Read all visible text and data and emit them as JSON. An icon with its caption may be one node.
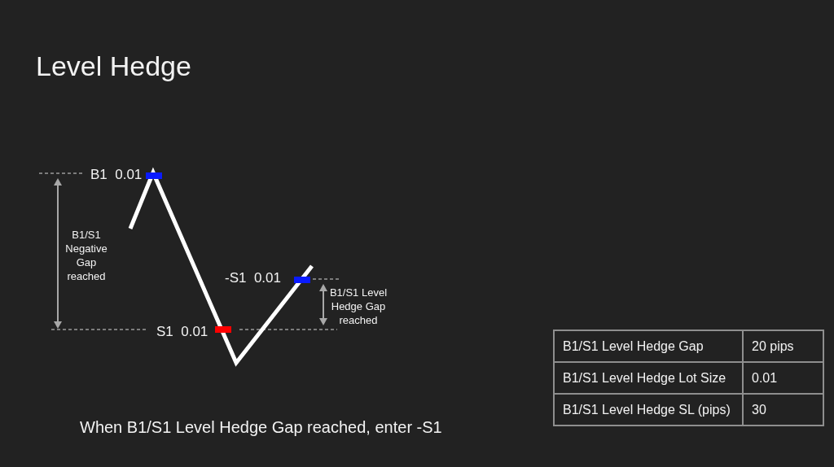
{
  "diagram": {
    "title": "Level Hedge",
    "caption": "When B1/S1 Level Hedge Gap reached, enter -S1",
    "labels": [
      "B1  0.01",
      "B1/S1 Negative Gap reached",
      "-S1  0.01",
      "B1/S1 Level Hedge Gap reached",
      "S1  0.01",
      "B1/S1 Level Hedge Gap",
      "20 pips",
      "B1/S1 Level Hedge Lot Size",
      "0.01",
      "B1/S1 Level Hedge SL (pips)",
      "30"
    ]
  }
}
